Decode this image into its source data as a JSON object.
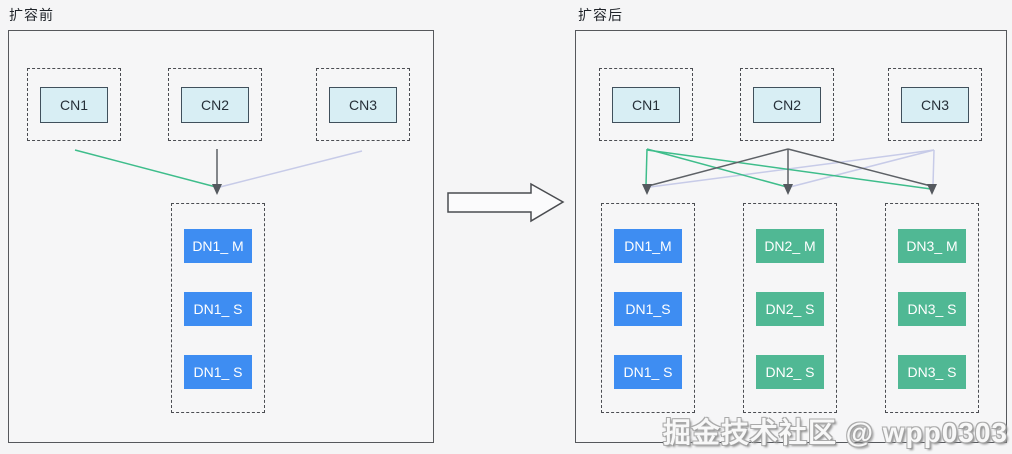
{
  "watermark": "掘金技术社区 @ wpp0303",
  "icons": {
    "transition_arrow": "right-block-arrow"
  },
  "colors": {
    "background": "#f5f5f6",
    "panel_border": "#56585c",
    "dashed_border": "#4b4d52",
    "cn_fill": "#d8eef4",
    "cn_border": "#40505c",
    "dn_blue": "#3e8df2",
    "dn_green": "#50b894",
    "link_green": "#3ebd8b",
    "link_gray": "#5d6166",
    "link_lavender": "#c7cbe8",
    "arrowhead": "#55595f"
  },
  "panels": [
    {
      "id": "before",
      "title": "扩容前",
      "cn_nodes": [
        "CN1",
        "CN2",
        "CN3"
      ],
      "dn_groups": [
        {
          "color": "blue",
          "nodes": [
            "DN1_ M",
            "DN1_ S",
            "DN1_ S"
          ]
        }
      ]
    },
    {
      "id": "after",
      "title": "扩容后",
      "cn_nodes": [
        "CN1",
        "CN2",
        "CN3"
      ],
      "dn_groups": [
        {
          "color": "blue",
          "nodes": [
            "DN1_M",
            "DN1_S",
            "DN1_ S"
          ]
        },
        {
          "color": "green",
          "nodes": [
            "DN2_ M",
            "DN2_ S",
            "DN2_ S"
          ]
        },
        {
          "color": "green",
          "nodes": [
            "DN3_ M",
            "DN3_ S",
            "DN3_ S"
          ]
        }
      ]
    }
  ]
}
